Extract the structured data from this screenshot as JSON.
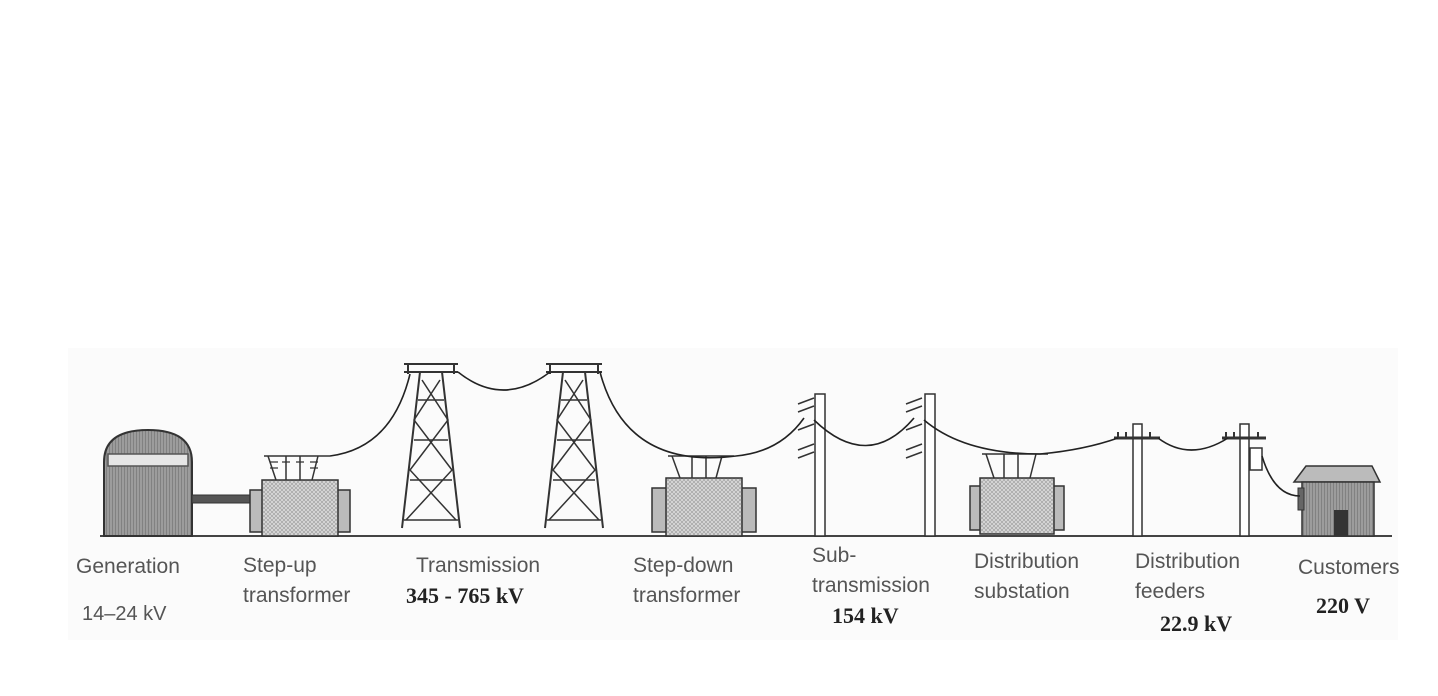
{
  "stages": [
    {
      "id": "generation",
      "label": [
        "Generation"
      ],
      "voltage": "14–24 kV",
      "icon": "power-plant"
    },
    {
      "id": "step-up",
      "label": [
        "Step-up",
        "transformer"
      ],
      "voltage": "",
      "icon": "transformer"
    },
    {
      "id": "transmission",
      "label": [
        "Transmission"
      ],
      "voltage": "345 - 765 kV",
      "icon": "lattice-tower"
    },
    {
      "id": "step-down",
      "label": [
        "Step-down",
        "transformer"
      ],
      "voltage": "",
      "icon": "transformer"
    },
    {
      "id": "subtransmission",
      "label": [
        "Sub-",
        "transmission"
      ],
      "voltage": "154 kV",
      "icon": "pole"
    },
    {
      "id": "distribution-substation",
      "label": [
        "Distribution",
        "substation"
      ],
      "voltage": "",
      "icon": "transformer"
    },
    {
      "id": "distribution-feeders",
      "label": [
        "Distribution",
        "feeders"
      ],
      "voltage": "22.9 kV",
      "icon": "utility-pole"
    },
    {
      "id": "customers",
      "label": [
        "Customers"
      ],
      "voltage": "220 V",
      "icon": "house"
    }
  ],
  "colors": {
    "line": "#222222",
    "fill": "#9a9a9a",
    "hatch": "#cfcfcf",
    "ground": "#444444"
  }
}
